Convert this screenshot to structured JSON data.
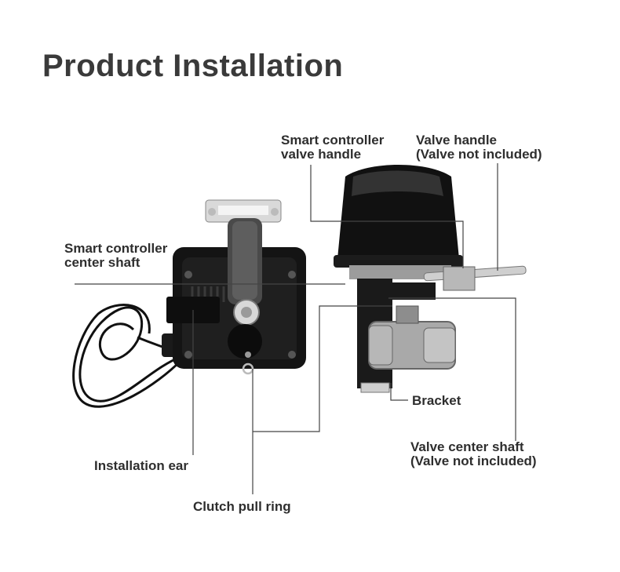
{
  "title": "Product Installation",
  "labels": {
    "smart_controller_valve_handle": [
      "Smart controller",
      "valve handle"
    ],
    "valve_handle": [
      "Valve handle",
      "(Valve not included)"
    ],
    "smart_controller_center_shaft": [
      "Smart controller",
      "center shaft"
    ],
    "bracket": "Bracket",
    "valve_center_shaft": [
      "Valve center shaft",
      "(Valve not included)"
    ],
    "installation_ear": "Installation ear",
    "clutch_pull_ring": "Clutch pull ring"
  }
}
